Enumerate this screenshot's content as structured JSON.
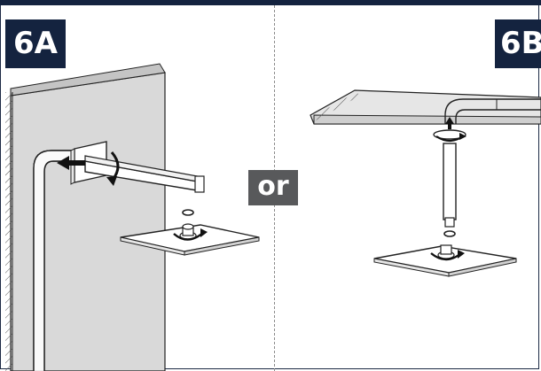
{
  "panel_a": {
    "label": "6A"
  },
  "panel_b": {
    "label": "6B"
  },
  "separator": {
    "text": "or"
  },
  "colors": {
    "navy": "#14233f",
    "wall": "#d9d9d9",
    "badge_gray": "#58595b",
    "line": "#222222"
  }
}
